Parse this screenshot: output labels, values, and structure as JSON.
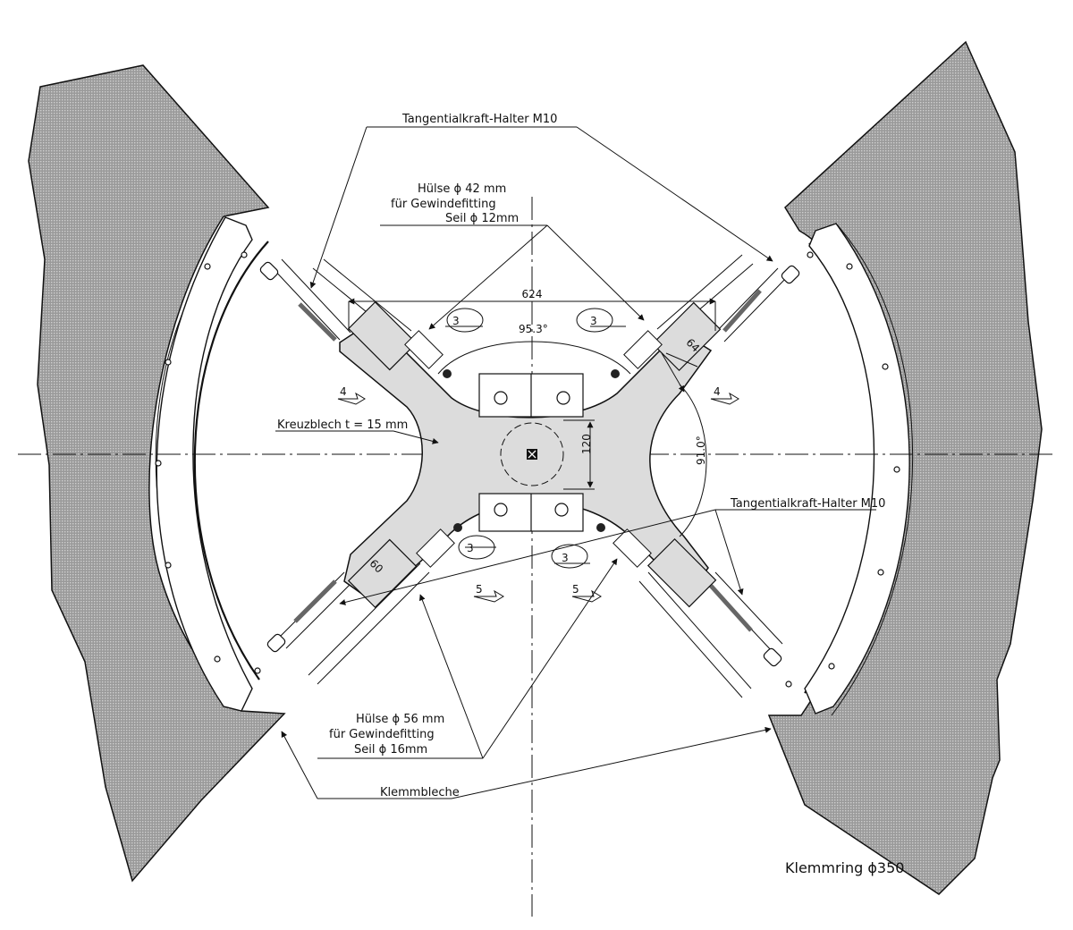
{
  "drawing": {
    "labels": {
      "tangential_top": "Tangentialkraft-Halter M10",
      "tangential_right": "Tangentialkraft-Halter M10",
      "huelse42_l1": "Hülse ϕ 42 mm",
      "huelse42_l2": "für Gewindefitting",
      "huelse42_l3": "Seil ϕ 12mm",
      "huelse56_l1": "Hülse ϕ 56 mm",
      "huelse56_l2": "für Gewindefitting",
      "huelse56_l3": "Seil ϕ 16mm",
      "kreuzblech": "Kreuzblech t = 15 mm",
      "klemmbleche": "Klemmbleche",
      "klemmring": "Klemmring ϕ350"
    },
    "dimensions": {
      "width_624": "624",
      "angle_top": "95.3°",
      "angle_right": "91.0°",
      "height_120": "120",
      "edge_64": "64",
      "edge_60": "60"
    },
    "welds": {
      "w3_a": "3",
      "w3_b": "3",
      "w3_c": "3",
      "w3_d": "3",
      "w4_left": "4",
      "w4_right": "4",
      "w5_left": "5",
      "w5_right": "5"
    }
  }
}
